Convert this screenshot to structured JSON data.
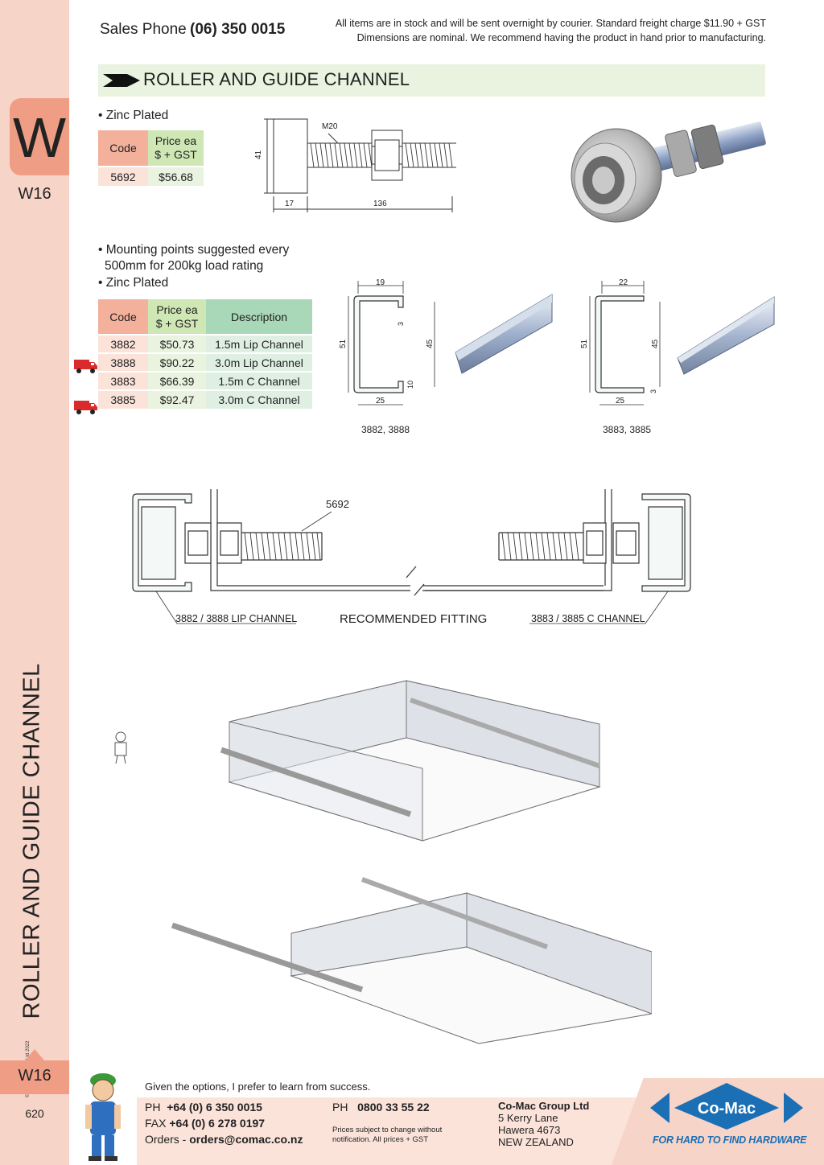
{
  "sidebar": {
    "letter": "W",
    "section_top": "W16",
    "vertical_title": "ROLLER AND GUIDE CHANNEL",
    "copyright": "© Co-Mac Group Ltd 2022",
    "section_bottom": "W16",
    "page_number": "620"
  },
  "header": {
    "sales_label": "Sales Phone",
    "sales_number": "(06) 350 0015",
    "notice_line1": "All items are in stock and will be sent overnight by courier. Standard freight charge $11.90 + GST",
    "notice_line2": "Dimensions are nominal. We recommend having the product in hand prior to manufacturing."
  },
  "title": "ROLLER AND GUIDE CHANNEL",
  "roller": {
    "bullet": "• Zinc Plated",
    "table": {
      "code_header": "Code",
      "price_header_1": "Price ea",
      "price_header_2": "$ + GST",
      "rows": [
        {
          "code": "5692",
          "price": "$56.68"
        }
      ]
    },
    "drawing": {
      "thread": "M20",
      "height": "41",
      "width_a": "17",
      "width_b": "136"
    },
    "photo_icon": "roller-bolt-photo"
  },
  "channel": {
    "bullet1": "• Mounting points suggested every",
    "bullet1b": "500mm for 200kg load rating",
    "bullet2": "• Zinc Plated",
    "table": {
      "code_header": "Code",
      "price_header_1": "Price ea",
      "price_header_2": "$ + GST",
      "desc_header": "Description",
      "rows": [
        {
          "code": "3882",
          "price": "$50.73",
          "desc": "1.5m Lip Channel",
          "truck": false
        },
        {
          "code": "3888",
          "price": "$90.22",
          "desc": "3.0m Lip Channel",
          "truck": true
        },
        {
          "code": "3883",
          "price": "$66.39",
          "desc": "1.5m C Channel",
          "truck": false
        },
        {
          "code": "3885",
          "price": "$92.47",
          "desc": "3.0m C Channel",
          "truck": true
        }
      ]
    },
    "lip_drawing": {
      "top": "19",
      "height": "51",
      "inner": "45",
      "lip": "3",
      "bottom_lip": "10",
      "bottom": "25",
      "caption": "3882, 3888"
    },
    "c_drawing": {
      "top": "22",
      "height": "51",
      "inner": "45",
      "lip": "3",
      "bottom": "25",
      "caption": "3883, 3885"
    }
  },
  "fitting": {
    "part": "5692",
    "left_label": "3882 / 3888 LIP CHANNEL",
    "center_label": "RECOMMENDED FITTING",
    "right_label": "3883 / 3885 C CHANNEL"
  },
  "footer": {
    "tagline": "Given the options, I prefer to learn from success.",
    "ph_label": "PH",
    "ph_number": "+64 (0) 6 350 0015",
    "fax_label": "FAX",
    "fax_number": "+64 (0) 6 278 0197",
    "orders_label": "Orders -",
    "orders_email": "orders@comac.co.nz",
    "ph2_label": "PH",
    "ph2_number": "0800 33 55 22",
    "note_line1": "Prices subject to change without",
    "note_line2": "notification. All prices + GST",
    "company": "Co-Mac Group Ltd",
    "addr1": "5 Kerry Lane",
    "addr2": "Hawera 4673",
    "addr3": "NEW ZEALAND",
    "logo": "Co-Mac",
    "slogan": "FOR HARD TO FIND HARDWARE"
  },
  "colors": {
    "salmon": "#ef9e85",
    "pink": "#f7d4c8",
    "green": "#cfe7b4",
    "teal": "#a9d8b8",
    "logo_blue": "#1a6fb5"
  }
}
